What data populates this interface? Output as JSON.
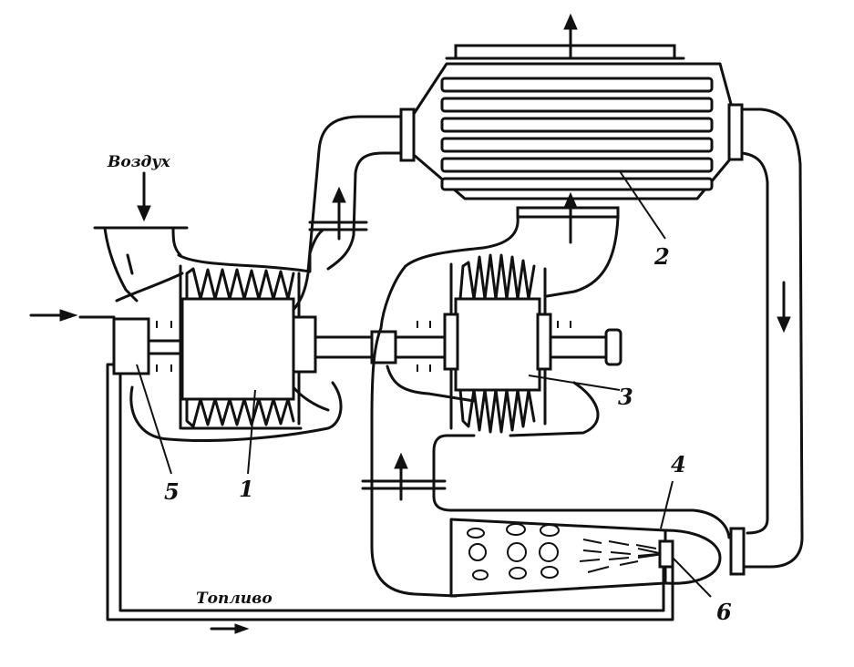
{
  "labels": {
    "air": "Воздух",
    "fuel": "Топливо"
  },
  "components": [
    {
      "id": "1",
      "text": "1"
    },
    {
      "id": "2",
      "text": "2"
    },
    {
      "id": "3",
      "text": "3"
    },
    {
      "id": "4",
      "text": "4"
    },
    {
      "id": "5",
      "text": "5"
    },
    {
      "id": "6",
      "text": "6"
    }
  ],
  "colors": {
    "ink": "#111111",
    "paper": "#ffffff"
  }
}
